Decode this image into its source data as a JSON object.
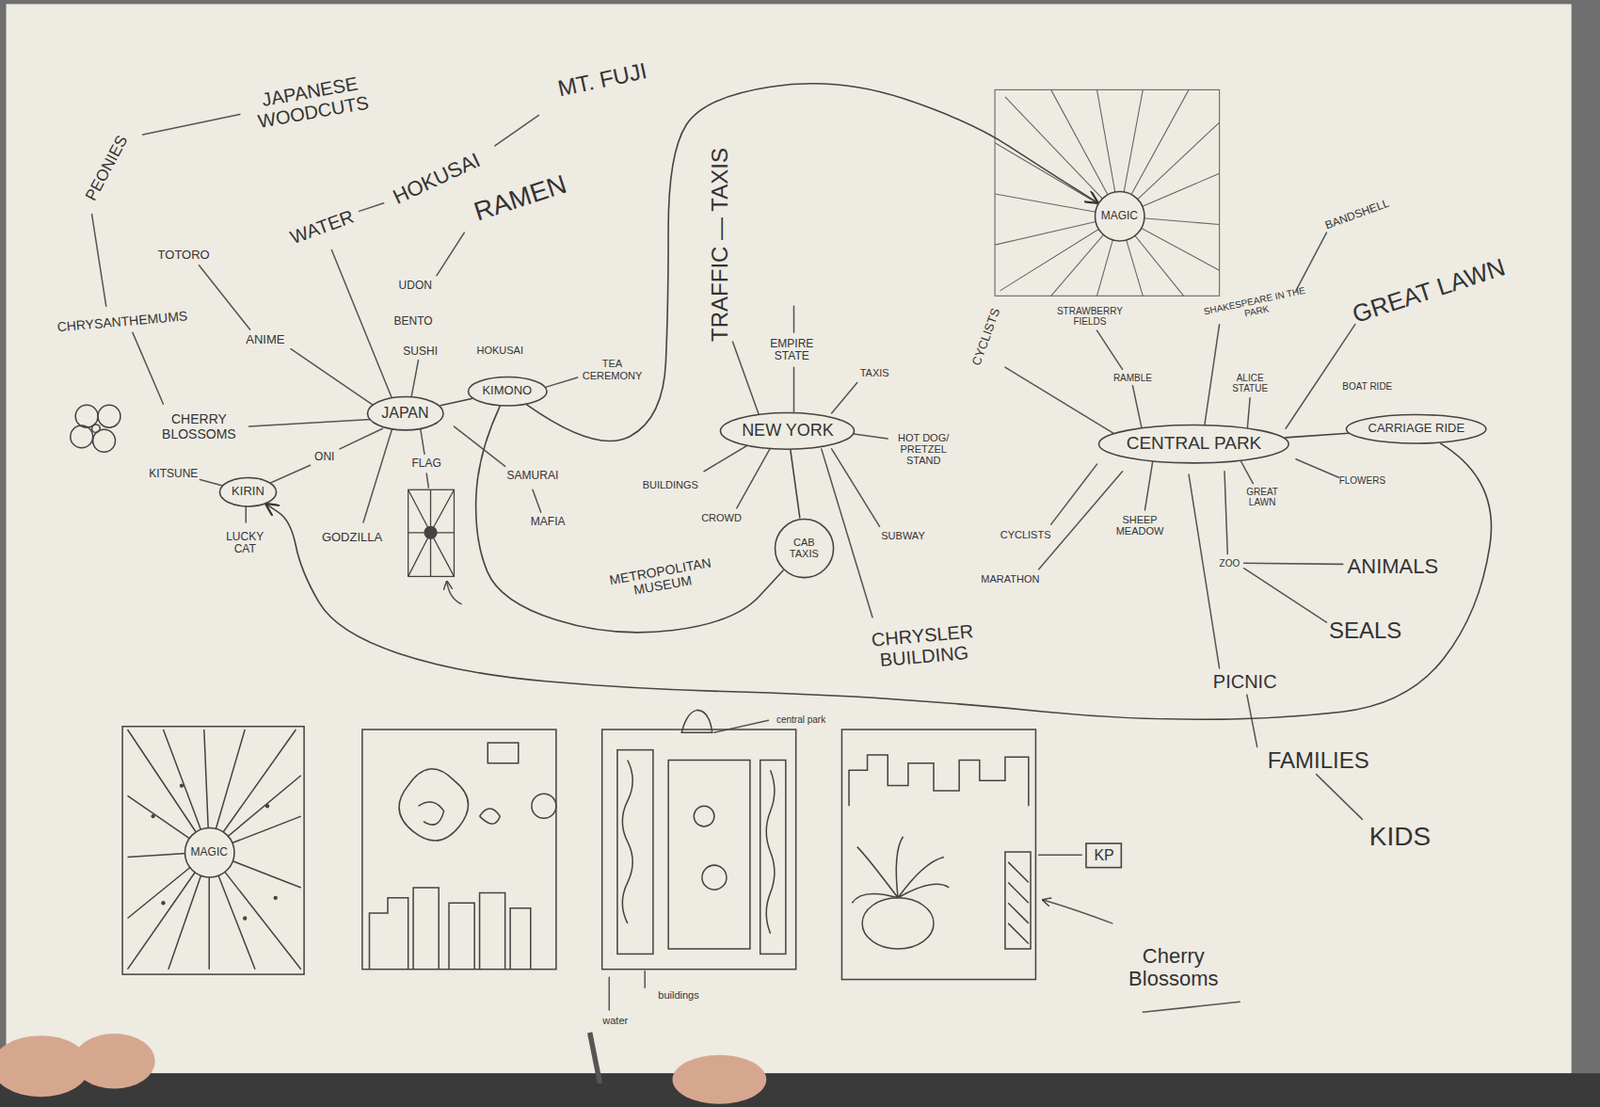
{
  "diagram": {
    "nodes": [
      {
        "text": [
          "JAPAN"
        ]
      },
      {
        "text": [
          "KIMONO"
        ]
      },
      {
        "text": [
          "KIRIN"
        ]
      },
      {
        "text": [
          "NEW YORK"
        ]
      },
      {
        "text": [
          "CAB TAXIS"
        ]
      },
      {
        "text": [
          "MAGIC"
        ]
      },
      {
        "text": [
          "CENTRAL PARK"
        ]
      },
      {
        "text": [
          "CARRIAGE RIDE"
        ]
      },
      {
        "text": [
          "MAGIC"
        ]
      },
      {
        "text": [
          "KP"
        ]
      }
    ],
    "edges": [
      {
        "from": 0,
        "to": 1,
        "arrow": "none"
      },
      {
        "from": 3,
        "to": 4,
        "arrow": "none"
      },
      {
        "from": 6,
        "to": 7,
        "arrow": "none"
      },
      {
        "from": 1,
        "to": 5,
        "arrow": "to"
      },
      {
        "from": 1,
        "to": 4,
        "arrow": "none"
      },
      {
        "from": 7,
        "to": 2,
        "arrow": "to"
      }
    ],
    "labels": [
      "PEONIES",
      "JAPANESE WOODCUTS",
      "MT. FUJI",
      "WATER",
      "HOKUSAI",
      "RAMEN",
      "TOTORO",
      "CHRYSANTHEMUMS",
      "ANIME",
      "UDON",
      "BENTO",
      "SUSHI",
      "HOKUSAI",
      "TEA CEREMONY",
      "CHERRY BLOSSOMS",
      "KITSUNE",
      "ONI",
      "FLAG",
      "SAMURAI",
      "MAFIA",
      "LUCKY CAT",
      "GODZILLA",
      "TRAFFIC — TAXIS",
      "EMPIRE STATE",
      "TAXIS",
      "HOT DOG/ PRETZEL STAND",
      "BUILDINGS",
      "CROWD",
      "SUBWAY",
      "METROPOLITAN MUSEUM",
      "CHRYSLER BUILDING",
      "CYCLISTS",
      "STRAWBERRY FIELDS",
      "RAMBLE",
      "SHAKESPEARE IN THE PARK",
      "BANDSHELL",
      "GREAT LAWN",
      "ALICE STATUE",
      "BOAT RIDE",
      "FLOWERS",
      "GREAT LAWN",
      "SHEEP MEADOW",
      "CYCLISTS",
      "MARATHON",
      "ZOO",
      "ANIMALS",
      "SEALS",
      "PICNIC",
      "FAMILIES",
      "KIDS",
      "central park",
      "buildings",
      "water",
      "Cherry Blossoms"
    ]
  }
}
